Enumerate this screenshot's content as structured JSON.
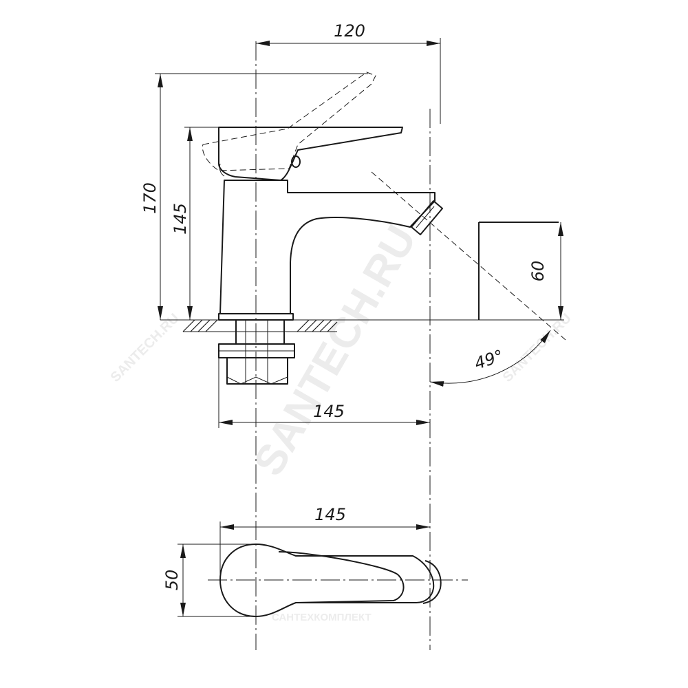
{
  "dimensions": {
    "top_width": "120",
    "total_height": "170",
    "body_height": "145",
    "basin_height": "60",
    "spout_angle": "49°",
    "spout_reach": "145",
    "plan_length": "145",
    "plan_width": "50"
  },
  "watermarks": {
    "main": "SANTECH.RU",
    "left": "SANTECH.RU",
    "right": "SANTECH.RU",
    "company": "САНТЕХКОМПЛЕКТ"
  },
  "colors": {
    "line": "#1a1a1a",
    "watermark": "#ececec",
    "background": "#ffffff"
  }
}
